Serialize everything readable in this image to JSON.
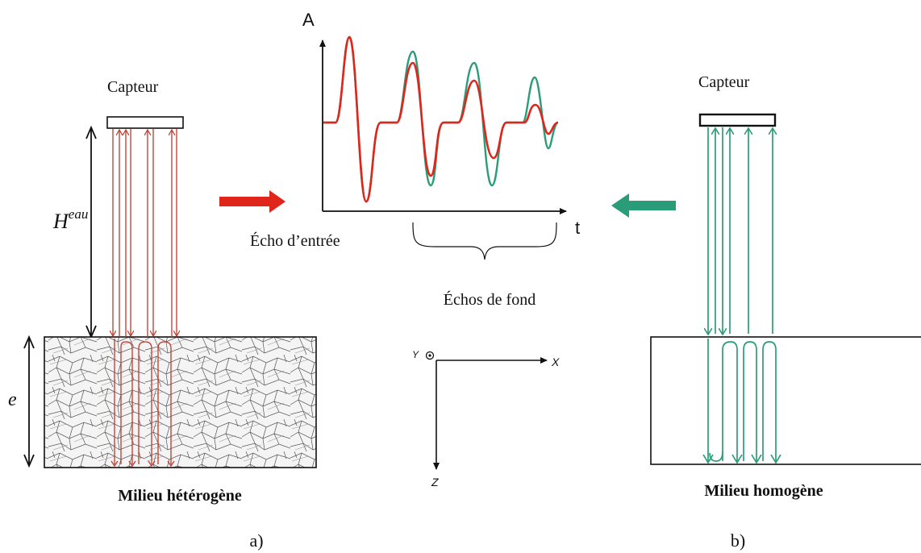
{
  "left_panel": {
    "sensor_label": "Capteur",
    "water_height_label": "H",
    "water_height_superscript": "eau",
    "thickness_label": "e",
    "medium_label": "Milieu hétérogène",
    "caption": "a)",
    "ray_color": "#c0392b"
  },
  "right_panel": {
    "sensor_label": "Capteur",
    "medium_label": "Milieu homogène",
    "caption": "b)",
    "ray_color": "#2a9d78"
  },
  "signal_plot": {
    "y_axis_label": "A",
    "x_axis_label": "t",
    "entry_echo_label": "Écho d’entrée",
    "back_echoes_label": "Échos de fond",
    "heterogeneous_color": "#e0261b",
    "homogeneous_color": "#2a9d78"
  },
  "axes_triad": {
    "x_label": "X",
    "y_label": "Y",
    "z_label": "Z"
  },
  "arrows": {
    "left_arrow_color": "#e0261b",
    "right_arrow_color": "#2a9d78"
  }
}
